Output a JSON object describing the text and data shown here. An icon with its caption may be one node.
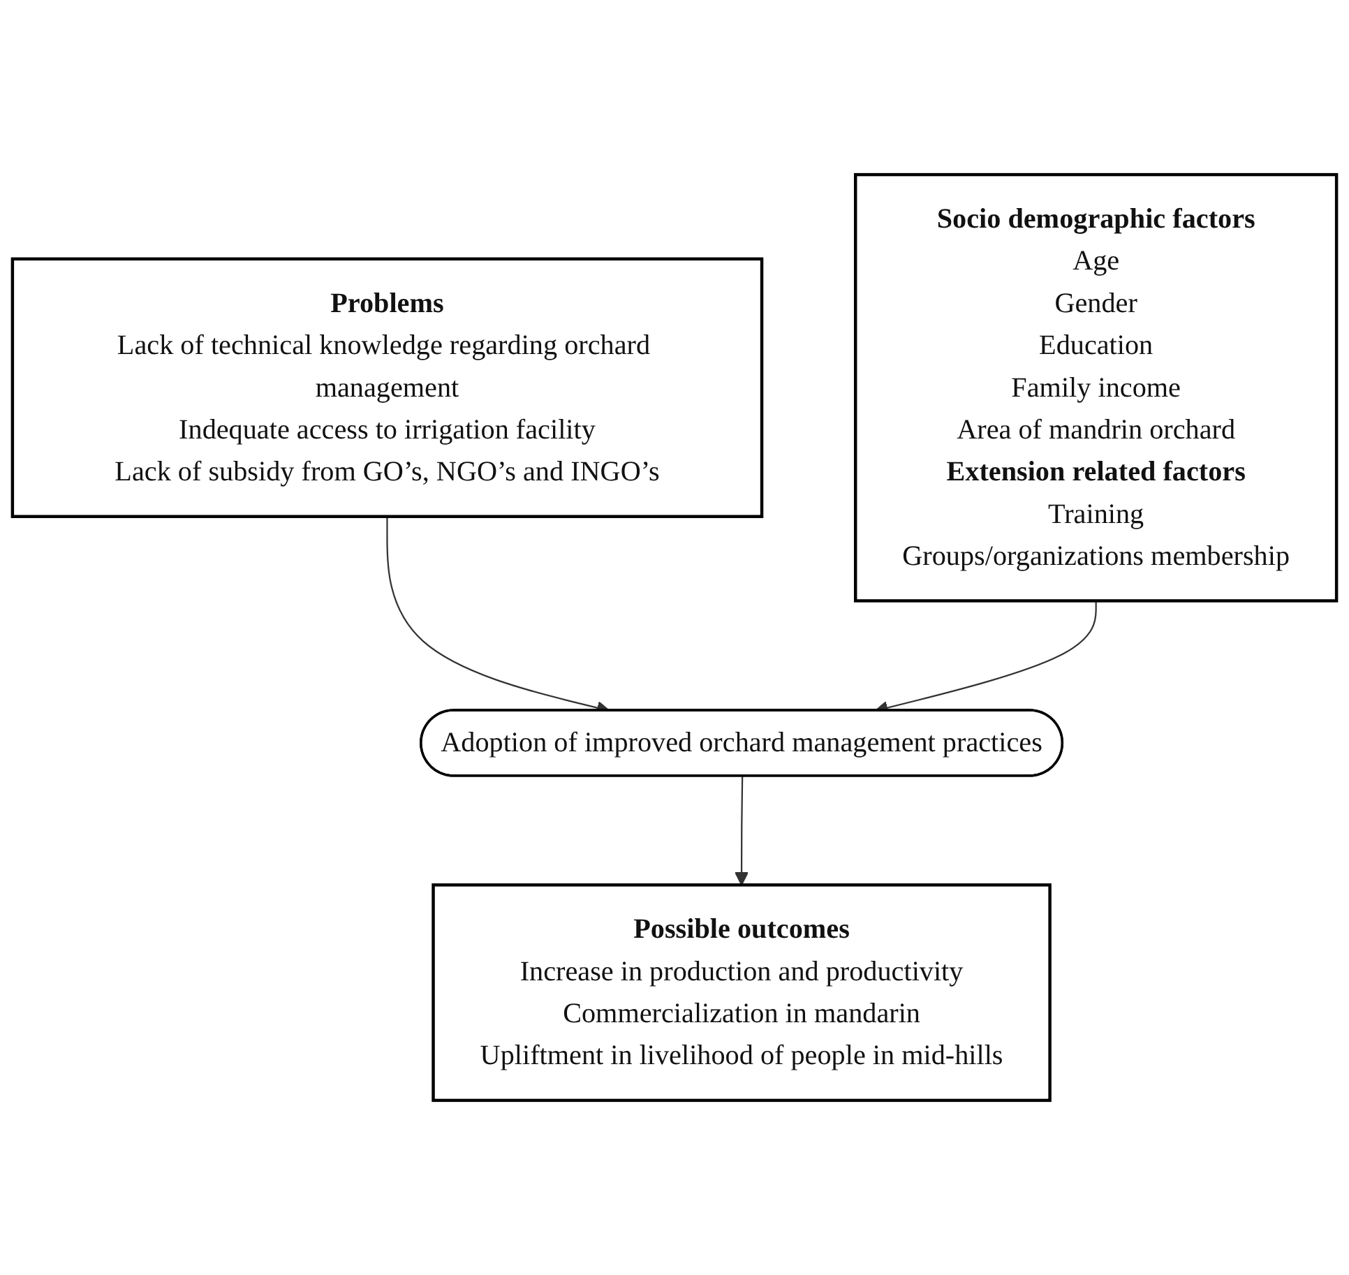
{
  "diagram": {
    "nodes": [
      {
        "text": [
          "Problems",
          "Lack of technical knowledge regarding orchard management",
          "Indequate access to irrigation facility",
          "Lack of subsidy from GO’s, NGO’s and INGO’s"
        ]
      },
      {
        "text": [
          "Socio demographic factors",
          "Age",
          "Gender",
          "Education",
          "Family income",
          "Area of mandrin orchard",
          "Extension related factors",
          "Training",
          "Groups/organizations membership"
        ]
      },
      {
        "text": [
          "Adoption of improved orchard management practices"
        ]
      },
      {
        "text": [
          "Possible outcomes",
          "Increase in production and productivity",
          "Commercialization in mandarin",
          "Upliftment in livelihood of people in mid-hills"
        ]
      }
    ],
    "edges": [
      {
        "from": 0,
        "to": 2,
        "arrow": "to"
      },
      {
        "from": 1,
        "to": 2,
        "arrow": "to"
      },
      {
        "from": 2,
        "to": 3,
        "arrow": "to"
      }
    ]
  }
}
